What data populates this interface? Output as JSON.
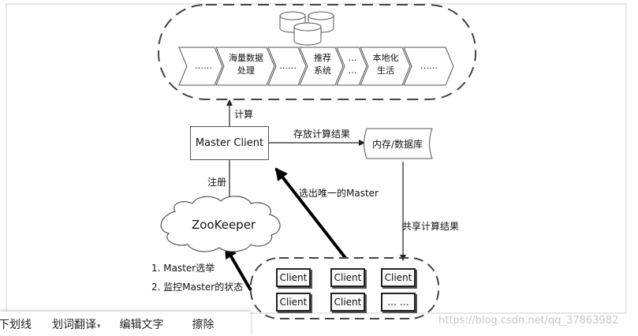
{
  "top_band": {
    "chevrons": [
      "……",
      "海量数据\n处理",
      "……",
      "推荐\n系统",
      "…\n…",
      "本地化\n生活",
      "……"
    ]
  },
  "edges": {
    "compute": "计算",
    "store_result": "存放计算结果",
    "register": "注册",
    "elect_master": "选出唯一的Master",
    "share_result": "共享计算结果"
  },
  "nodes": {
    "master_client": "Master  Client",
    "memory_db": "内存/数据库",
    "zookeeper": "ZooKeeper"
  },
  "notes": {
    "line1": "1. Master选举",
    "line2": "2. 监控Master的状态"
  },
  "clients": [
    "Client",
    "Client",
    "Client",
    "Client",
    "Client",
    "…  …"
  ],
  "toolbar": {
    "underline": "下划线",
    "translate": "划词翻译",
    "translate_caret": "▾",
    "edit_text": "编辑文字",
    "erase": "擦除"
  },
  "watermark": "https://blog.csdn.net/qq_37863982"
}
